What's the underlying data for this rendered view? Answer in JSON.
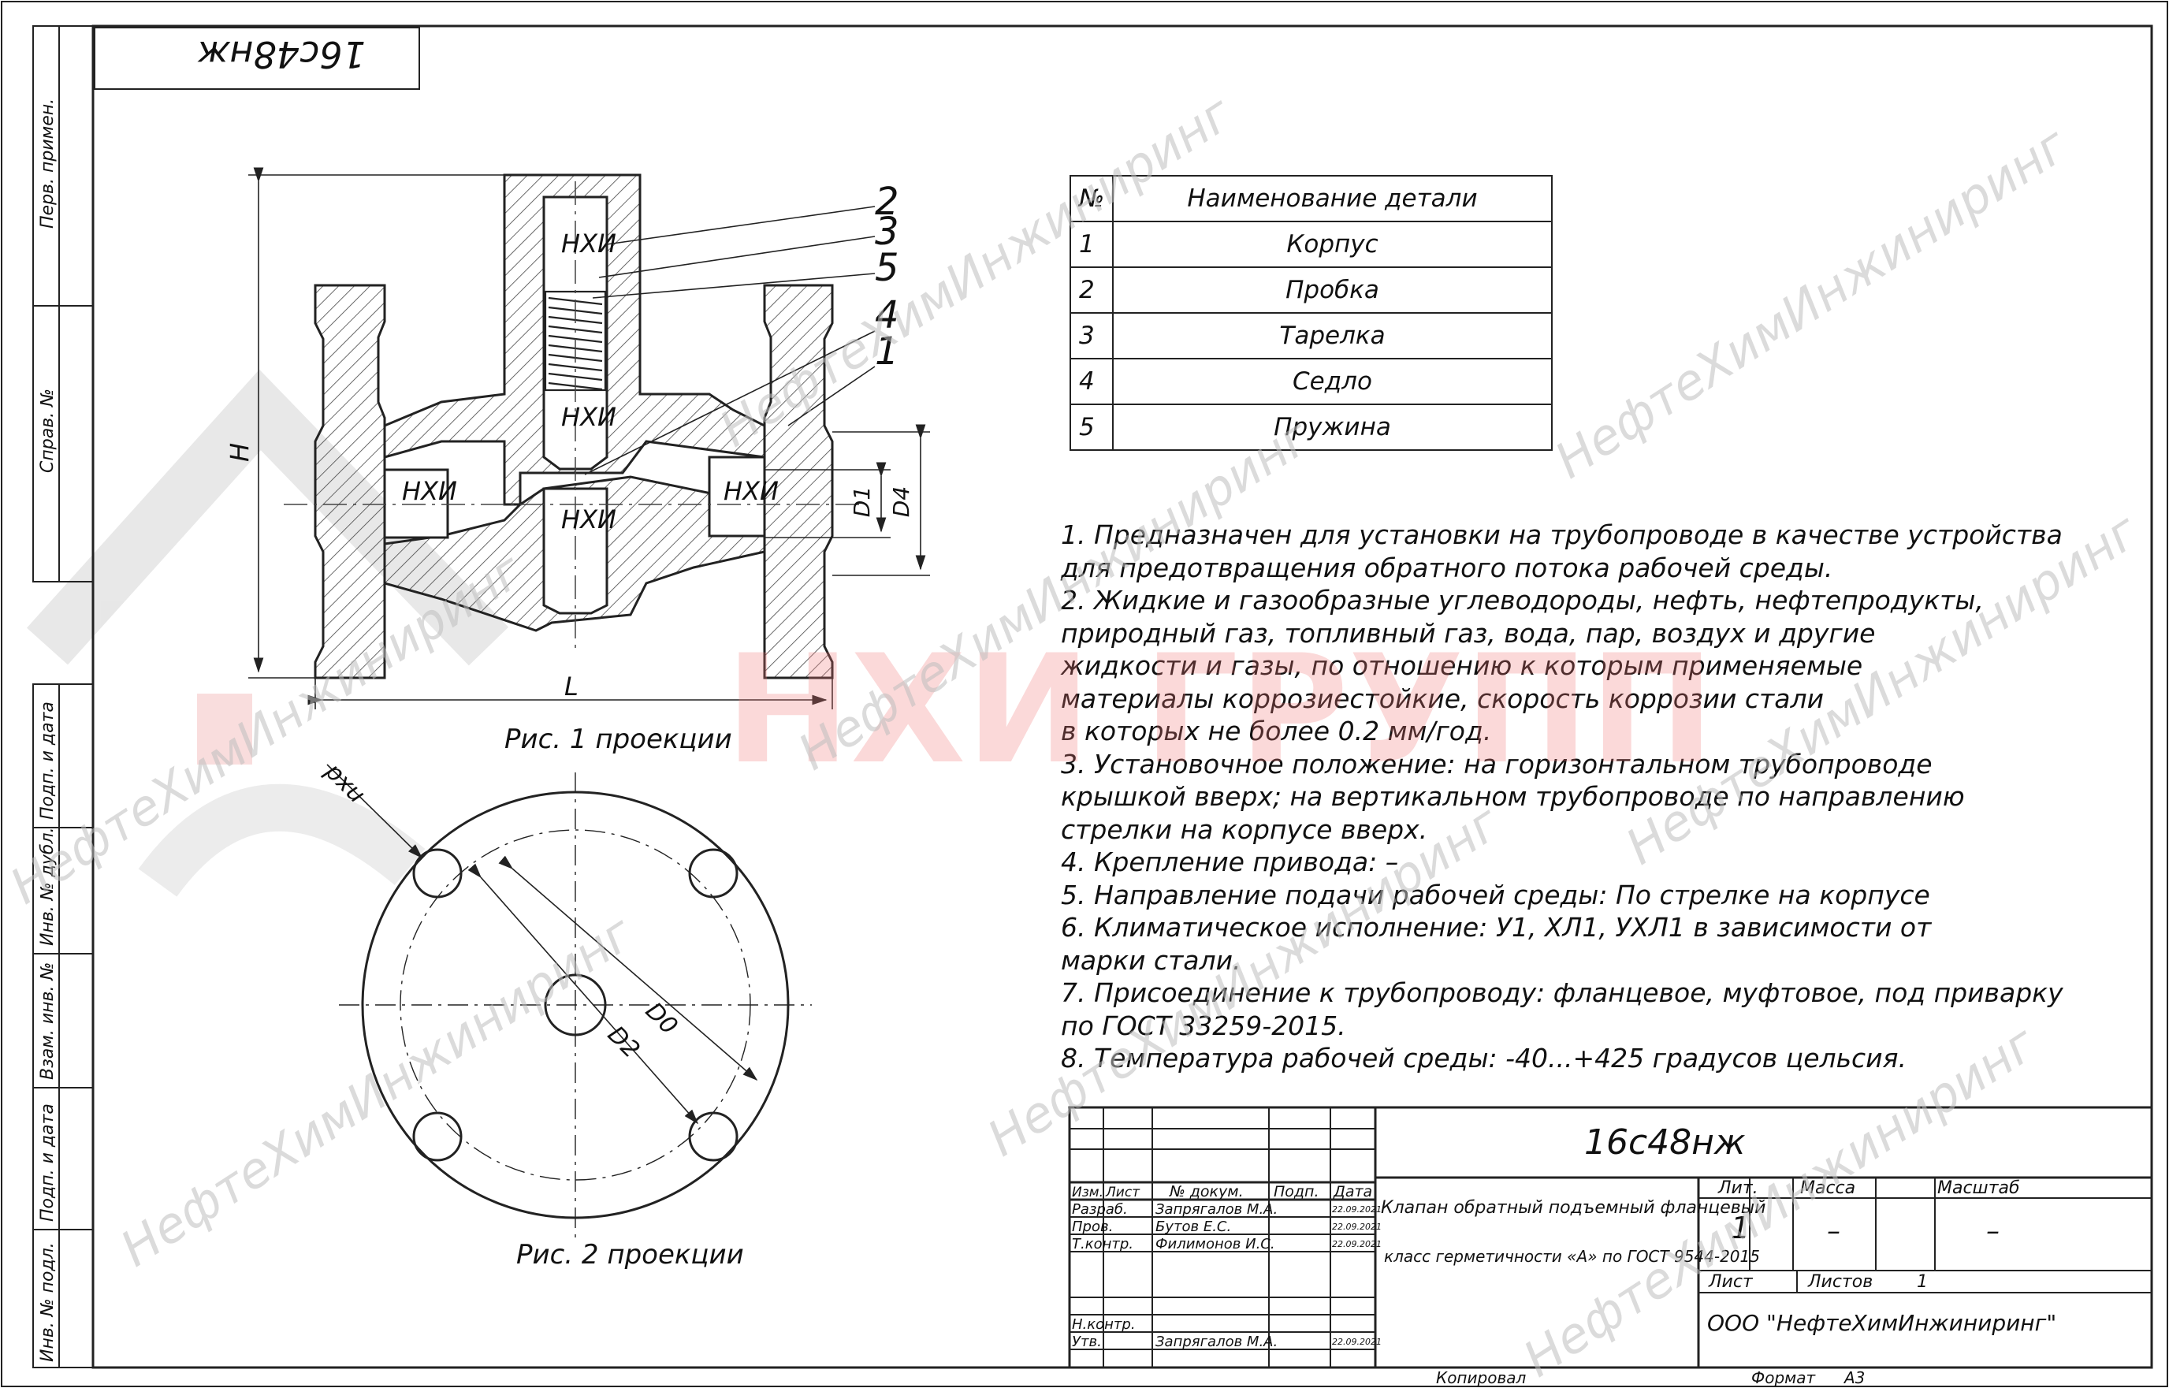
{
  "stamp_code": "16с48нж",
  "side_labels": [
    "Перв. примен.",
    "Справ. №",
    "Подп. и дата",
    "Инв. № дубл.",
    "Взам. инв. №",
    "Подп. и дата",
    "Инв. № подл."
  ],
  "drawing": {
    "zone_label": "НХИ",
    "callouts": [
      "2",
      "3",
      "5",
      "4",
      "1"
    ],
    "dim_H": "H",
    "dim_L": "L",
    "dim_D1": "D1",
    "dim_D4": "D4",
    "dim_nxd": "nxd",
    "dim_D0": "D0",
    "dim_D2": "D2",
    "fig1_caption": "Рис. 1 проекции",
    "fig2_caption": "Рис. 2 проекции"
  },
  "parts_table": {
    "header_num": "№",
    "header_name": "Наименование детали",
    "rows": [
      {
        "num": "1",
        "name": "Корпус"
      },
      {
        "num": "2",
        "name": "Пробка"
      },
      {
        "num": "3",
        "name": "Тарелка"
      },
      {
        "num": "4",
        "name": "Седло"
      },
      {
        "num": "5",
        "name": "Пружина"
      }
    ]
  },
  "notes": [
    "1. Предназначен для установки на трубопроводе в качестве устройства",
    "для предотвращения обратного потока рабочей среды.",
    "2. Жидкие и газообразные углеводороды, нефть, нефтепродукты,",
    "природный газ, топливный газ, вода, пар, воздух и другие",
    "жидкости и газы, по отношению к которым применяемые",
    "материалы коррозиестойкие, скорость коррозии стали",
    "в которых не более 0.2 мм/год.",
    "3. Установочное положение: на горизонтальном трубопроводе",
    "крышкой вверх; на вертикальном трубопроводе по направлению",
    "стрелки на корпусе вверх.",
    "4. Крепление привода: –",
    "5. Направление подачи рабочей среды: По стрелке на корпусе",
    "6. Климатическое исполнение: У1, ХЛ1, УХЛ1 в зависимости от",
    "марки стали.",
    "7. Присоединение к трубопроводу: фланцевое, муфтовое, под приварку",
    "по ГОСТ 33259-2015.",
    "8. Температура рабочей среды: -40...+425 градусов цельсия."
  ],
  "title_block": {
    "designation": "16с48нж",
    "name_line1": "Клапан обратный подъемный фланцевый",
    "name_line2": "класс герметичности «А» по ГОСТ 9544-2015",
    "col_izm": "Изм.",
    "col_list": "Лист",
    "col_doc": "№ докум.",
    "col_sign": "Подп.",
    "col_date": "Дата",
    "lit_label": "Лит.",
    "mass_label": "Масса",
    "scale_label": "Масштаб",
    "lit_value": "1",
    "mass_value": "–",
    "scale_value": "–",
    "sheet_label": "Лист",
    "sheets_label": "Листов",
    "sheets_value": "1",
    "company": "ООО \"НефтеХимИнжиниринг\"",
    "people": [
      {
        "role": "Разраб.",
        "name": "Запрягалов М.А.",
        "date": "22.09.2021"
      },
      {
        "role": "Пров.",
        "name": "Бутов Е.С.",
        "date": "22.09.2021"
      },
      {
        "role": "Т.контр.",
        "name": "Филимонов И.С.",
        "date": "22.09.2021"
      },
      {
        "role": "",
        "name": "",
        "date": ""
      },
      {
        "role": "Н.контр.",
        "name": "",
        "date": ""
      },
      {
        "role": "Утв.",
        "name": "Запрягалов М.А.",
        "date": "22.09.2021"
      }
    ],
    "copied": "Копировал",
    "format_label": "Формат",
    "format_value": "А3"
  },
  "watermark": {
    "text": "НефтеХимИнжиниринг",
    "logo_text": "НХИ ГРУПП"
  }
}
